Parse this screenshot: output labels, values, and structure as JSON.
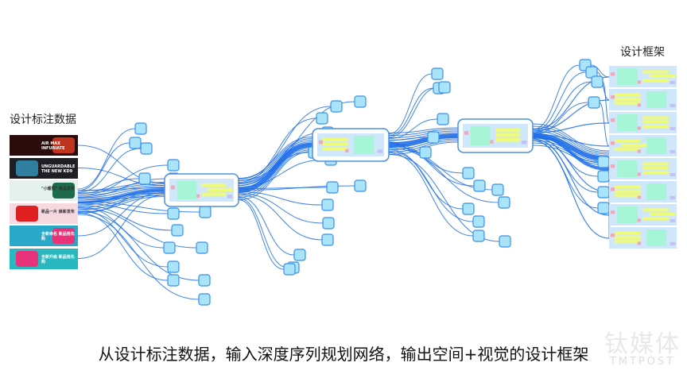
{
  "left_title": "设计标注数据",
  "right_title": "设计框架",
  "caption": "从设计标注数据，输入深度序列规划网络，输出空间+视觉的设计框架",
  "watermark": {
    "cn": "钛媒体",
    "en": "TMTPOST"
  },
  "banners": [
    {
      "text": "AIR MAX INFURIATE",
      "bg": "#2a0c0c",
      "accent": "#c0341d"
    },
    {
      "text": "UNGUARDABLE THE NEW KD9",
      "bg": "#1e1e24",
      "accent": "#2f7fa0"
    },
    {
      "text": "\"小暖阳\" 新品发布",
      "bg": "#e4f1ec",
      "accent": "#1d6b4a"
    },
    {
      "text": "新品一片 焕新发布",
      "bg": "#f6d8e0",
      "accent": "#e02020"
    },
    {
      "text": "全新命名 新品抢先购",
      "bg": "#2aa8c8",
      "accent": "#e8337a"
    },
    {
      "text": "全新升级 新品抢先购",
      "bg": "#2ab8c0",
      "accent": "#e8337a"
    }
  ],
  "colors": {
    "node_fill": "#a9e4fb",
    "node_stroke": "#3b8fe8",
    "edge": "#1e6fe8",
    "frame_bg": "#cfe6fb",
    "block_green": "#a6f5d6",
    "block_yellow": "#eefb7a",
    "block_red": "#f0a8b8",
    "block_purple": "#c2c2f8"
  }
}
